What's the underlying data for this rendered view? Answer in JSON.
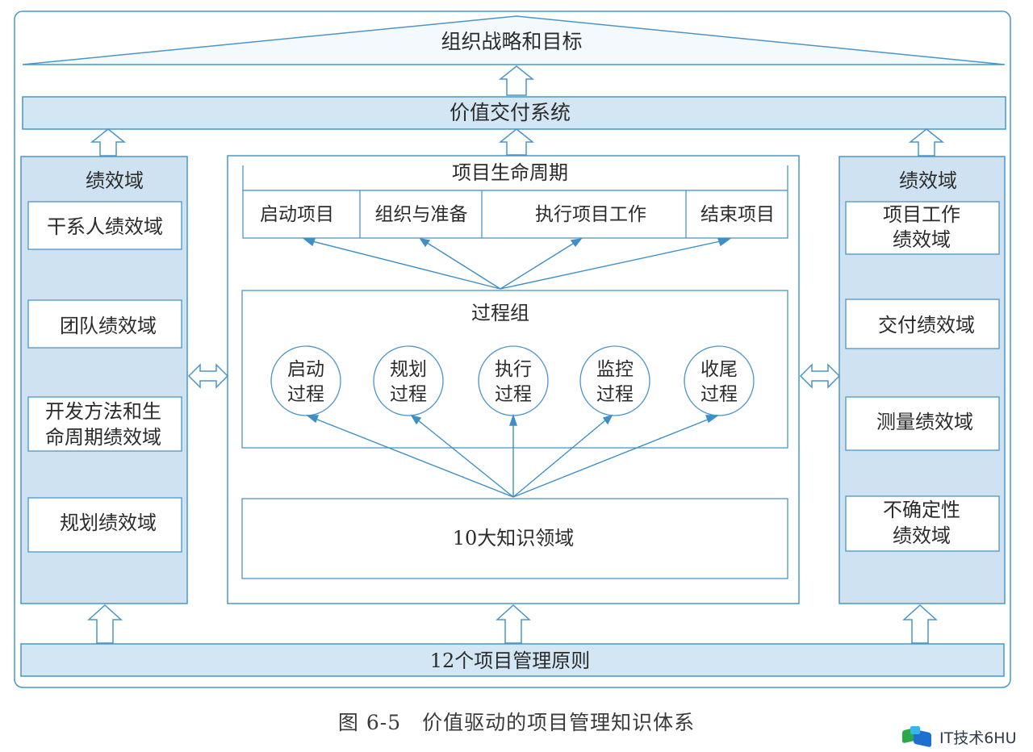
{
  "diagram": {
    "top_goal": "组织战略和目标",
    "value_delivery": "价值交付系统",
    "left_domains": {
      "title": "绩效域",
      "items": [
        "干系人绩效域",
        "团队绩效域",
        "开发方法和生",
        "命周期绩效域",
        "规划绩效域"
      ]
    },
    "right_domains": {
      "title": "绩效域",
      "items": [
        "项目工作",
        "绩效域",
        "交付绩效域",
        "测量绩效域",
        "不确定性",
        "绩效域"
      ]
    },
    "lifecycle": {
      "title": "项目生命周期",
      "phases": [
        "启动项目",
        "组织与准备",
        "执行项目工作",
        "结束项目"
      ]
    },
    "process_groups": {
      "title": "过程组",
      "groups": [
        {
          "line1": "启动",
          "line2": "过程"
        },
        {
          "line1": "规划",
          "line2": "过程"
        },
        {
          "line1": "执行",
          "line2": "过程"
        },
        {
          "line1": "监控",
          "line2": "过程"
        },
        {
          "line1": "收尾",
          "line2": "过程"
        }
      ]
    },
    "knowledge_areas": "10大知识领域",
    "principles": "12个项目管理原则"
  },
  "caption": "图 6-5　价值驱动的项目管理知识体系",
  "watermark": "IT技术6HU",
  "colors": {
    "line": "#3d8fc6",
    "band_fill": "#d3e6f4",
    "panel_fill": "#cfe2f2",
    "box_fill": "#ffffff",
    "text": "#2b2b2b"
  }
}
